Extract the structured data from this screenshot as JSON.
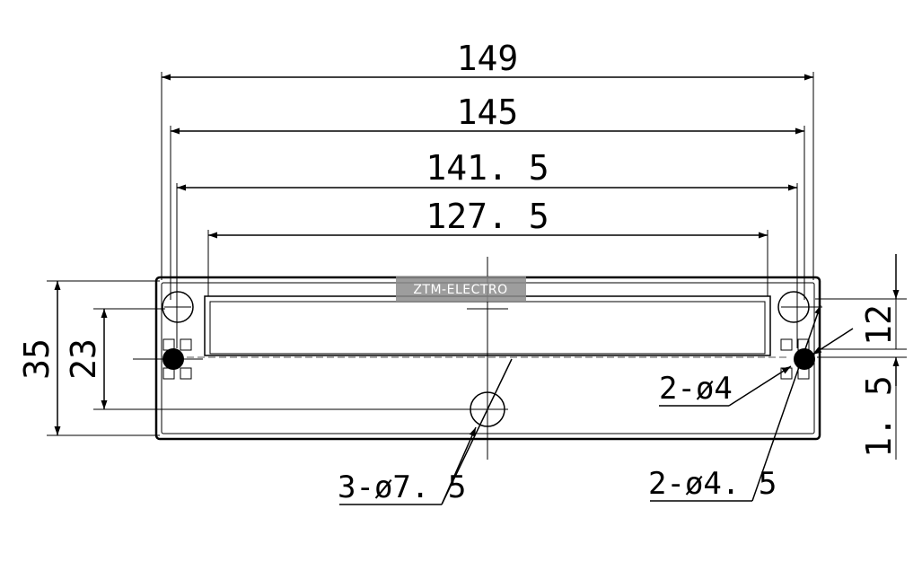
{
  "watermark": "ZTM-ELECTRO",
  "dimensions": {
    "width_149": "149",
    "width_145": "145",
    "width_141_5": "141. 5",
    "width_127_5": "127. 5",
    "height_35": "35",
    "height_23": "23",
    "height_12": "12",
    "height_1_5": "1. 5"
  },
  "callouts": {
    "holes_7_5": "3-ø7. 5",
    "holes_4": "2-ø4",
    "holes_4_5": "2-ø4. 5"
  }
}
